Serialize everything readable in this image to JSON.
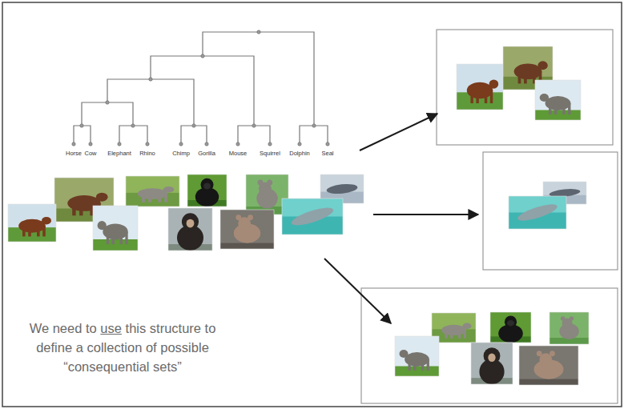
{
  "diagram": {
    "labels": [
      "Horse",
      "Cow",
      "Elephant",
      "Rhino",
      "Chimp",
      "Gorilla",
      "Mouse",
      "Squirrel",
      "Dolphin",
      "Seal",
      "We need to use this structure to define a collection of possible “consequential sets”"
    ]
  }
}
